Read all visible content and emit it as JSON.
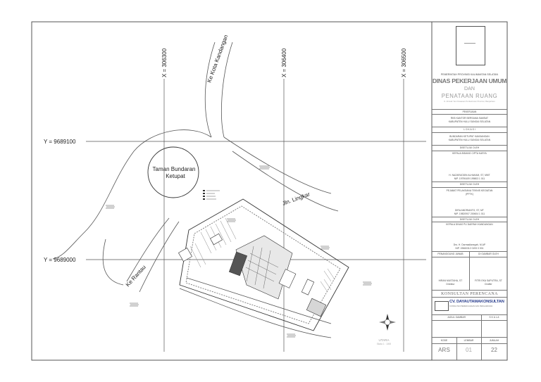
{
  "map": {
    "grid_x": [
      "X = 306300",
      "X = 306400",
      "X = 306500"
    ],
    "grid_y": [
      "Y = 9689100",
      "Y = 9689000"
    ],
    "roads": {
      "kandangan": "Ke Kota Kandangan",
      "rantau": "Ke Rantau",
      "lingkar": "Jln. Lingkar"
    },
    "roundabout": [
      "Taman Bundaran",
      "Ketupat"
    ],
    "north_label": "UTARA",
    "north_sub": "Skala 1 : 1000"
  },
  "title_block": {
    "gov": "PEMERINTAH PROVINSI KALIMANTAN SELATAN",
    "dept1": "DINAS PEKERJAAN UMUM",
    "dept2": "DAN",
    "dept3": "PENATAAN RUANG",
    "address": "Jl. Ahmad Yani Kawasan Perkantoran Provinsi, Banjarbaru",
    "pekerjaan_h": "PEKERJAAN",
    "pekerjaan_1": "RKB KANTOR BERSAMA SAMSAT",
    "pekerjaan_2": "KABUPATEN HULU SUNGAI SELATAN",
    "lokasi_h": "L O K A S I",
    "lokasi_1": "BUNDARAN KETUPAT KANDANGAN",
    "lokasi_2": "KABUPATEN HULU SUNGAI SELATAN",
    "disetujui_1": "DISETUJUI OLEH",
    "kabid": "KEPALA BIDANG CIPTA KARYA",
    "name1": "H. NAZARUDDIN ALHAKAM, ST, MMT",
    "nip1": "NIP. 19790409 199803 1 011",
    "diperiksa": "DISETUJUI OLEH",
    "pptk": "PEJABAT PELAKSANA TEKNIS KEGIATAN",
    "pptk2": "(PPTK)",
    "name2": "DIRA ANDRIANTO, ST, MT",
    "nip2": "NIP. 19820907 200604 1 011",
    "diketahui": "DISETUJUI OLEH",
    "kadis": "KEPALA DINAS PU DAERAH KANDANGAN",
    "name3": "Drs. H. Darmadiansyah, M.AP",
    "nip3": "NIP. 19660312 0193 0 001",
    "pj_h": "PENANGGUNG JAWAB",
    "digambar_h": "DI GAMBAR OLEH",
    "person_a": "HIRAN MUSTAHA, ST",
    "role_a": "Direktur",
    "person_b": "FITRI EKA SAPUTRA, ST",
    "role_b": "Drafter",
    "konsultan": "KONSULTAN PERENCANA",
    "firm": "CV. DAYAUTAMAKONSULTAN",
    "firm_sub": "KONSULTAN PERENCANAAN DAN PENGAWASAN",
    "judul_h": "JUDUL GAMBAR",
    "skala_h": "S K A L A",
    "kode_h": "KODE",
    "lembar_h": "LEMBAR",
    "jumlah_h": "JUMLAH",
    "kode": "ARS",
    "lembar": "01",
    "jumlah": "22"
  }
}
